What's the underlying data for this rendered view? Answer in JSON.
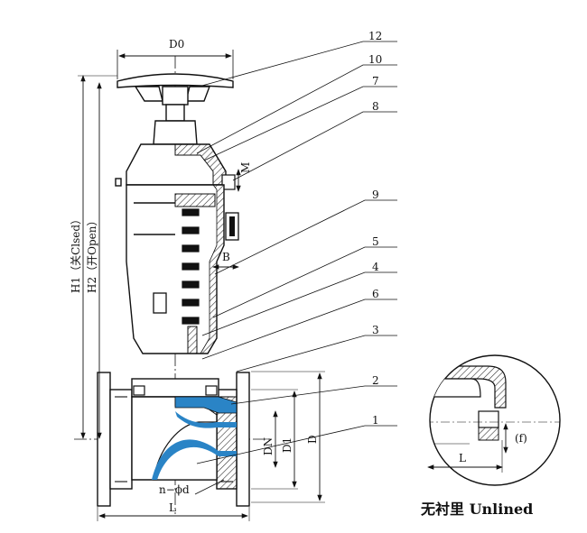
{
  "dimensions": {
    "D0": "D0",
    "M": "M",
    "B": "B",
    "H1": "H1（关Clsed）",
    "H2": "H2（开Open）",
    "DN": "DN",
    "D1": "D1",
    "D": "D",
    "L": "L",
    "bolt": "n−ϕd",
    "detail_L": "L",
    "detail_f": "(f)"
  },
  "part_numbers": [
    "12",
    "10",
    "7",
    "8",
    "9",
    "5",
    "4",
    "6",
    "3",
    "2",
    "1"
  ],
  "detail_caption": "无衬里 Unlined",
  "colors": {
    "lining": "#2a84c6",
    "line": "#111111",
    "hatch": "#555555"
  }
}
